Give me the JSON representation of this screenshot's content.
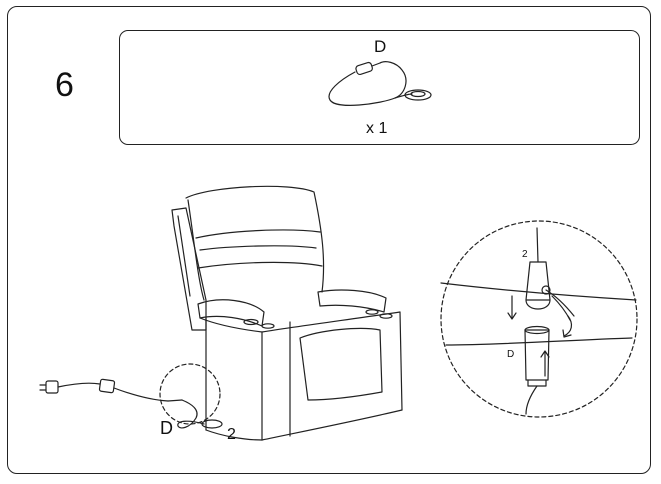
{
  "step": {
    "number": "6"
  },
  "parts_box": {
    "part_label": "D",
    "quantity": "x 1",
    "icon": "remote-handset-cable-icon"
  },
  "illustration": {
    "main_labels": {
      "cable": "D",
      "connector": "2"
    },
    "detail_labels": {
      "connector": "2",
      "cable": "D"
    },
    "icons": [
      "recliner-chair-icon",
      "power-adapter-icon",
      "connection-detail-icon"
    ]
  }
}
